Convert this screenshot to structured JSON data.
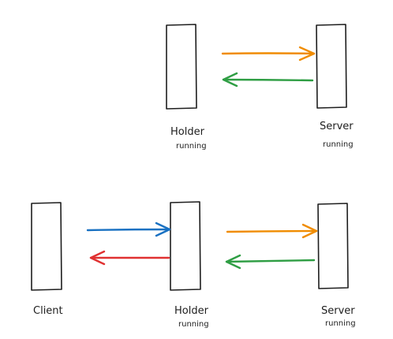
{
  "top_diagram": {
    "holder": {
      "label": "Holder",
      "status": "running"
    },
    "server": {
      "label": "Server",
      "status": "running"
    }
  },
  "bottom_diagram": {
    "client": {
      "label": "Client"
    },
    "holder": {
      "label": "Holder",
      "status": "running"
    },
    "server": {
      "label": "Server",
      "status": "running"
    }
  },
  "colors": {
    "box_stroke": "#1e1e1e",
    "arrow_orange": "#f08c00",
    "arrow_green": "#2f9e44",
    "arrow_blue": "#1971c2",
    "arrow_red": "#e03131"
  }
}
